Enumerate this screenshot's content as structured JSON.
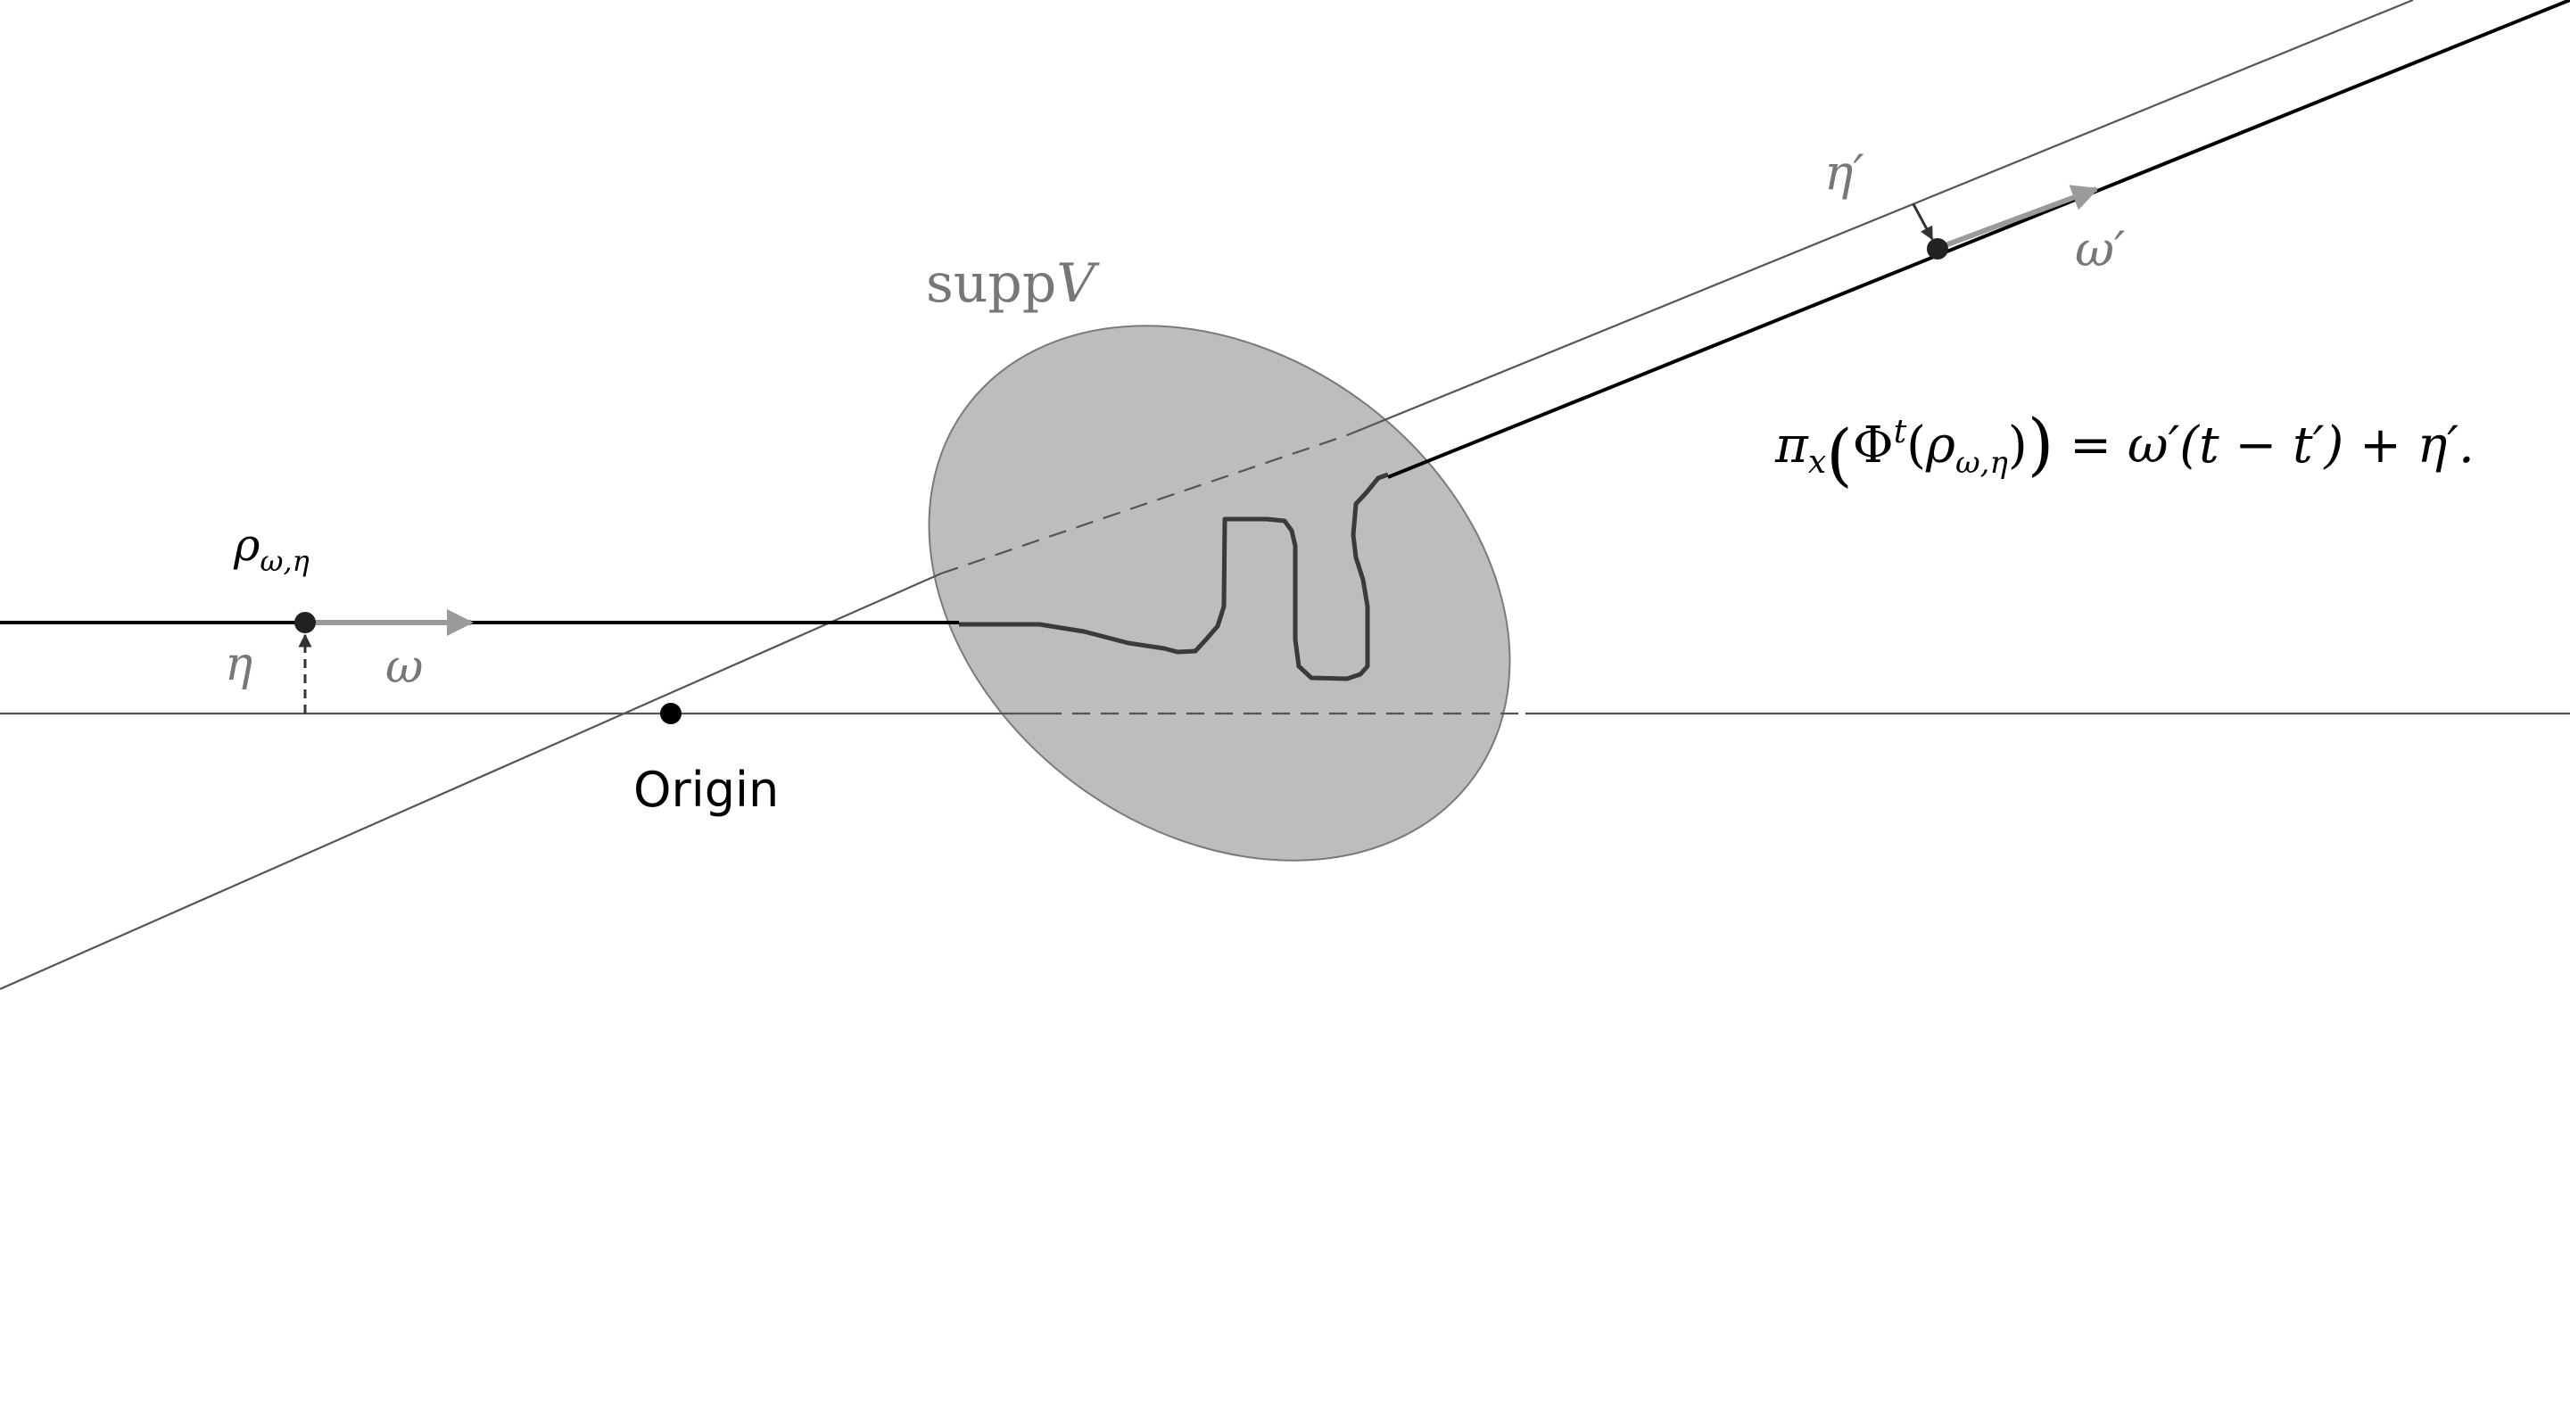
{
  "labels": {
    "rho": "ρ",
    "rho_sub": "ω,η",
    "eta": "η",
    "omega": "ω",
    "origin": "Origin",
    "supp_prefix": "supp",
    "supp_var": "V",
    "eta_prime": "η′",
    "omega_prime": "ω′"
  },
  "formula": {
    "pi": "π",
    "pi_sub": "x",
    "open_big": "(",
    "phi": "Φ",
    "phi_sup": "t",
    "open_paren": "(",
    "rho": "ρ",
    "rho_sub": "ω,η",
    "close_paren": ")",
    "close_big": ")",
    "rhs": " = ω′(t − t′) + η′."
  },
  "colors": {
    "background": "#ffffff",
    "axis_line": "#555555",
    "trajectory": "#000000",
    "support_fill": "#bdbdbd",
    "support_stroke": "#7a7a7a",
    "arrow_gray": "#9a9a9a",
    "label_gray": "#777777",
    "point": "#222222"
  }
}
